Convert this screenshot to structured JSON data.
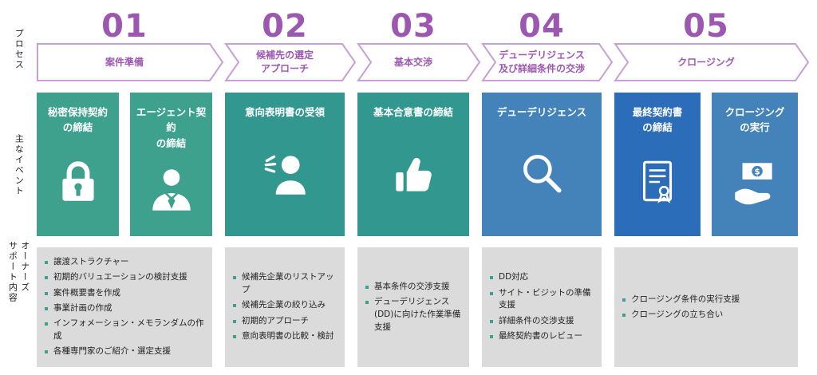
{
  "colors": {
    "purple_text": "#9C57B0",
    "arrow_stroke": "#C7A0D6",
    "card_green": "#3DA18E",
    "card_teal": "#31978F",
    "card_blue": "#4483B9",
    "card_deep_blue": "#2C6DB9",
    "support_box_gray": "#DBDBDB",
    "bullet": "#3DA18E"
  },
  "side_labels": {
    "process": "プロセス",
    "events": "主なイベント",
    "support": "オーナーズ\nサポート内容"
  },
  "process": {
    "steps": [
      {
        "number": "01",
        "label": "案件準備"
      },
      {
        "number": "02",
        "label": "候補先の選定\nアプローチ"
      },
      {
        "number": "03",
        "label": "基本交渉"
      },
      {
        "number": "04",
        "label": "デューデリジェンス\n及び詳細条件の交渉"
      },
      {
        "number": "05",
        "label": "クロージング"
      }
    ]
  },
  "events": {
    "cards": [
      {
        "title": "秘密保持契約\nの締結",
        "icon": "lock-icon"
      },
      {
        "title": "エージェント契約\nの締結",
        "icon": "businessperson-icon"
      },
      {
        "title": "意向表明書の受領",
        "icon": "announcement-icon"
      },
      {
        "title": "基本合意書の締結",
        "icon": "thumbs-up-icon"
      },
      {
        "title": "デューデリジェンス",
        "icon": "magnifier-icon"
      },
      {
        "title": "最終契約書\nの締結",
        "icon": "contract-icon"
      },
      {
        "title": "クロージング\nの実行",
        "icon": "money-hand-icon"
      }
    ]
  },
  "support": {
    "boxes": [
      {
        "items": [
          "譲渡ストラクチャー",
          "初期的バリュエーションの検討支援",
          "案件概要書を作成",
          "事業計画の作成",
          "インフォメーション・メモランダムの作成",
          "各種専門家のご紹介・選定支援"
        ]
      },
      {
        "items": [
          "候補先企業のリストアップ",
          "候補先企業の絞り込み",
          "初期的アプローチ",
          "意向表明書の比較・検討"
        ]
      },
      {
        "items": [
          "基本条件の交渉支援",
          "デューデリジェンス(DD)に向けた作業準備支援"
        ]
      },
      {
        "items": [
          "DD対応",
          "サイト・ビジットの準備支援",
          "詳細条件の交渉支援",
          "最終契約書のレビュー"
        ]
      },
      {
        "items": [
          "クロージング条件の実行支援",
          "クロージングの立ち合い"
        ]
      }
    ]
  }
}
